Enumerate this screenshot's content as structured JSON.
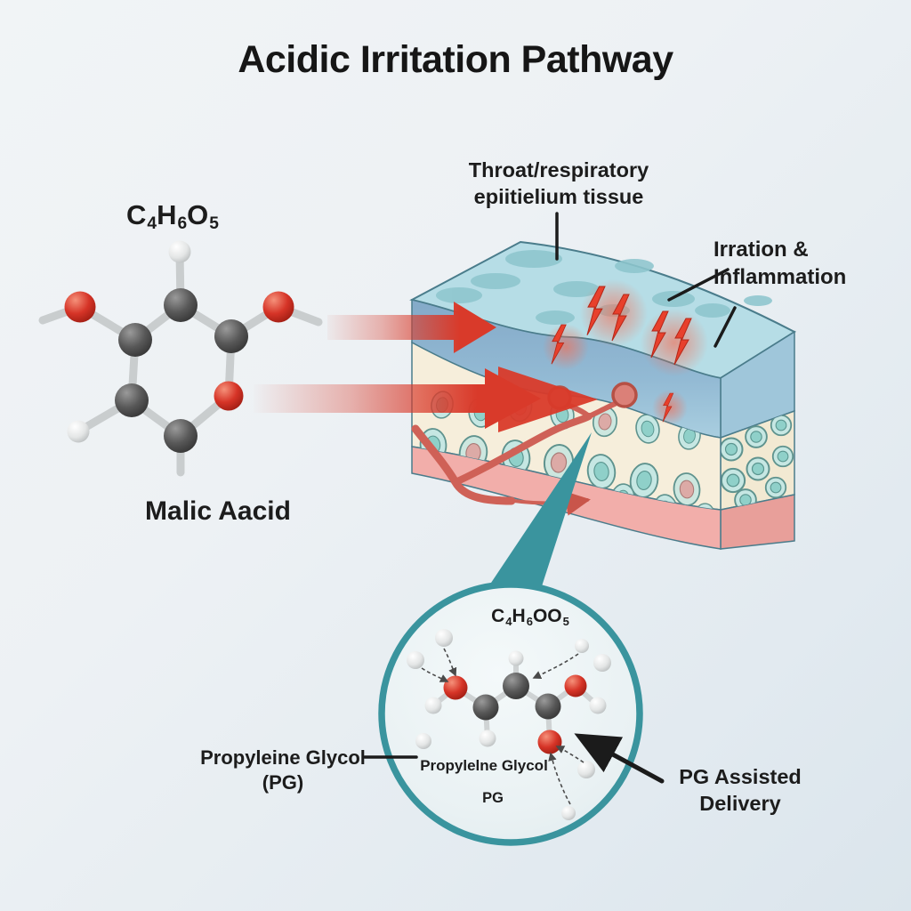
{
  "title": "Acidic Irritation Pathway",
  "left_molecule": {
    "formula": {
      "p1": "C",
      "s1": "4",
      "p2": "H",
      "s2": "6",
      "p3": "O",
      "s3": "5"
    },
    "name": "Malic Aacid"
  },
  "tissue": {
    "label": {
      "line1": "Throat/respiratory",
      "line2": "epiitielium tissue"
    },
    "irritation": {
      "line1": "Irration &",
      "line2": "Inflammation"
    }
  },
  "magnifier": {
    "formula": {
      "p1": "C",
      "s1": "4",
      "p2": "H",
      "s2": "6",
      "p3": "OO",
      "s3": "5"
    },
    "inner_name": "Propylelne Glycol",
    "inner_abbr": "PG",
    "left_label": {
      "line1": "Propyleine Glycol",
      "line2": "(PG)"
    },
    "right_label": {
      "line1": "PG Assisted",
      "line2": "Delivery"
    }
  },
  "colors": {
    "background": "#edf1f4",
    "accent_red": "#d93a2a",
    "teal": "#3a949e",
    "tissue_top": "#b6dde6",
    "tissue_mucosa": "#f6eedb",
    "tissue_base": "#f2aeaa",
    "atom_carbon": "#4a4a4a",
    "atom_oxygen": "#d02f22",
    "atom_hydrogen": "#e8eaea",
    "text": "#1d1d1d"
  }
}
